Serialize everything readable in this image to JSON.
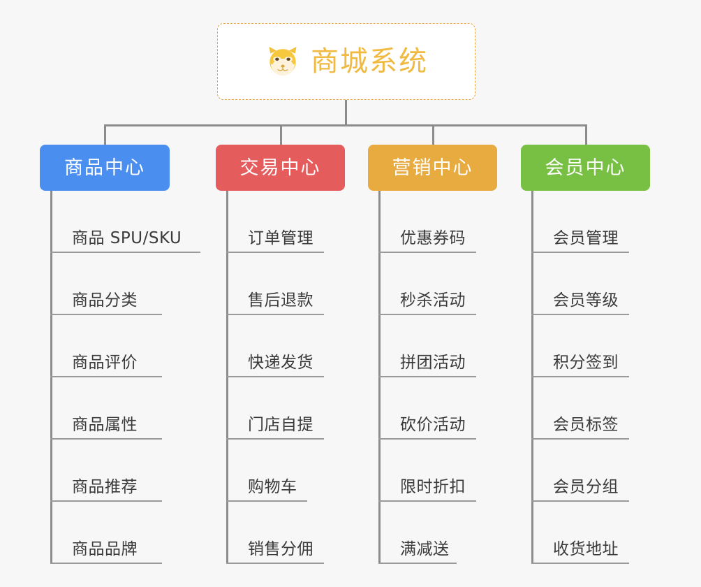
{
  "background_color": "#f7f7f7",
  "root": {
    "title": "商城系统",
    "icon": "shiba-dog-face-icon",
    "text_color": "#f0b93f",
    "border_color": "#e6a23c",
    "fill_color": "#ffffff"
  },
  "connector_color": "#8c8c8c",
  "branches": [
    {
      "label": "商品中心",
      "color": "#4a8ef0",
      "leaves": [
        "商品 SPU/SKU",
        "商品分类",
        "商品评价",
        "商品属性",
        "商品推荐",
        "商品品牌"
      ]
    },
    {
      "label": "交易中心",
      "color": "#e45c5c",
      "leaves": [
        "订单管理",
        "售后退款",
        "快递发货",
        "门店自提",
        "购物车",
        "销售分佣"
      ]
    },
    {
      "label": "营销中心",
      "color": "#e8ab40",
      "leaves": [
        "优惠券码",
        "秒杀活动",
        "拼团活动",
        "砍价活动",
        "限时折扣",
        "满减送"
      ]
    },
    {
      "label": "会员中心",
      "color": "#78c043",
      "leaves": [
        "会员管理",
        "会员等级",
        "积分签到",
        "会员标签",
        "会员分组",
        "收货地址"
      ]
    }
  ],
  "layout": {
    "branch_lefts": [
      57,
      309,
      527,
      746
    ],
    "branch_widths": [
      186,
      185,
      185,
      185
    ],
    "leaf_underline_widths": [
      [
        215,
        160,
        160,
        160,
        160,
        160
      ],
      [
        140,
        140,
        140,
        120,
        110,
        140
      ],
      [
        140,
        140,
        140,
        140,
        140,
        112
      ],
      [
        140,
        140,
        140,
        140,
        140,
        140
      ]
    ]
  }
}
